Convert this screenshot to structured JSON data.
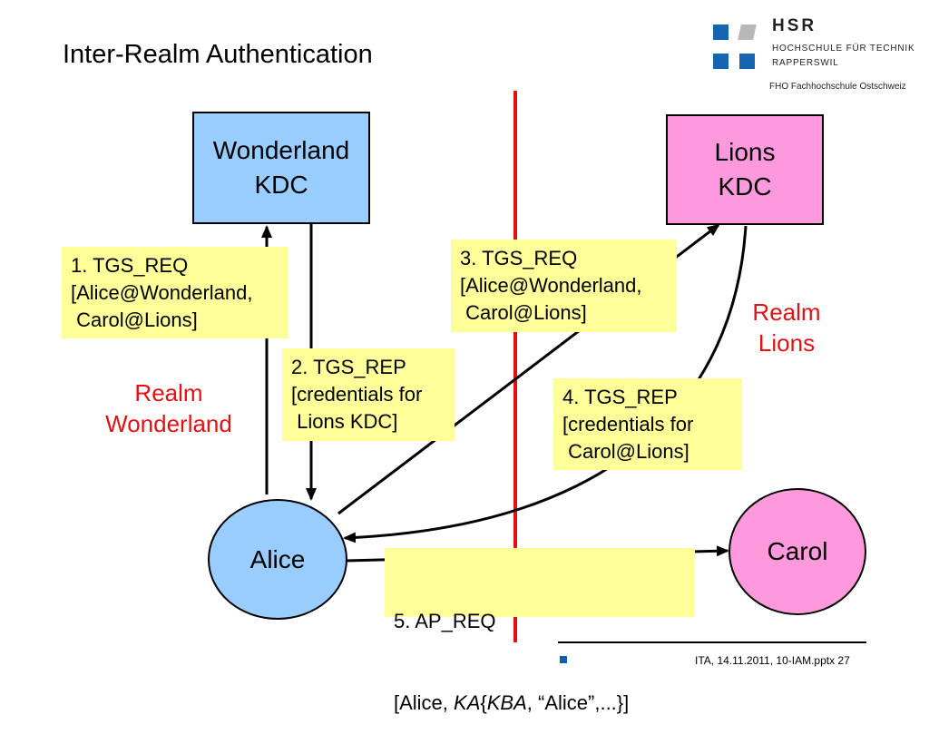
{
  "slide_title": "Inter-Realm Authentication",
  "logo": {
    "name": "HSR",
    "line1": "HOCHSCHULE FÜR TECHNIK",
    "line2": "RAPPERSWIL",
    "fho": "FHO Fachhochschule Ostschweiz",
    "colors": {
      "blue": "#1565b0",
      "gray": "#b8b8b8"
    }
  },
  "nodes": {
    "wonderland_kdc": {
      "line1": "Wonderland",
      "line2": "KDC",
      "color": "#99ccff"
    },
    "lions_kdc": {
      "line1": "Lions",
      "line2": "KDC",
      "color": "#ff99dd"
    },
    "alice": {
      "label": "Alice",
      "color": "#99ccff"
    },
    "carol": {
      "label": "Carol",
      "color": "#ff99dd"
    }
  },
  "realms": {
    "wonderland": "Realm\nWonderland",
    "lions": "Realm\nLions",
    "boundary_color": "#e31212"
  },
  "messages": {
    "m1": "1. TGS_REQ\n[Alice@Wonderland,\n Carol@Lions]",
    "m2": "2. TGS_REP\n[credentials for\n Lions KDC]",
    "m3": "3. TGS_REQ\n[Alice@Wonderland,\n Carol@Lions]",
    "m4": "4. TGS_REP\n[credentials for\n Carol@Lions]",
    "m5": {
      "line1": "5. AP_REQ",
      "p1": "[Alice, ",
      "ka": "KA",
      "p2": "{",
      "kba": "KBA",
      "p3": ", “Alice”,...}]"
    },
    "note_color": "#ffff99"
  },
  "footer": "ITA, 14.11.2011, 10-IAM.pptx 27"
}
